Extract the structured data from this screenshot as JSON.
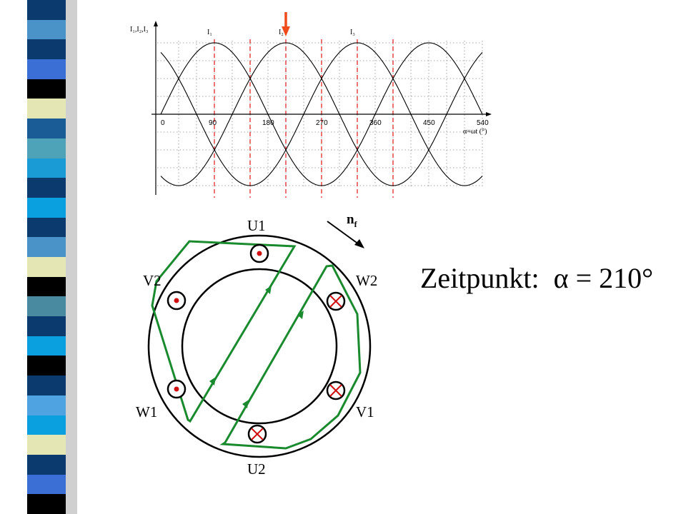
{
  "waveform": {
    "y_axis_label": "I₁,I₂,I₃",
    "x_axis_label": "α=ωt (°)",
    "tick_labels": [
      "0",
      "90",
      "180",
      "270",
      "360",
      "450",
      "540"
    ],
    "tick_values": [
      0,
      90,
      180,
      270,
      360,
      450,
      540
    ],
    "peak_labels": [
      "I₁",
      "I₂",
      "I₃"
    ],
    "x_range": [
      0,
      540
    ],
    "phase_shift_deg": 120,
    "marker_angles_deg": [
      90,
      150,
      210,
      270,
      330,
      390
    ],
    "current_angle_deg": 210,
    "colors": {
      "curves": "#000000",
      "markers": "#e0181a",
      "arrow": "#f04b1a",
      "grid": "#8a8a8a"
    }
  },
  "motor": {
    "terminal_labels": {
      "u1": "U1",
      "u2": "U2",
      "v1": "V1",
      "v2": "V2",
      "w1": "W1",
      "w2": "W2"
    },
    "rotation_label_base": "n",
    "rotation_label_sub": "f",
    "colors": {
      "winding": "#1a8a2e",
      "dot": "#d01010",
      "cross": "#d01010",
      "stator": "#000000"
    }
  },
  "caption": {
    "prefix": "Zeitpunkt:",
    "symbol": "α",
    "rest": "= 210°"
  },
  "decor": {
    "stripe_colors": [
      "#0a3a6e",
      "#4a93c8",
      "#0a3a6e",
      "#3b6fd6",
      "#000000",
      "#e4e6b4",
      "#1a5c95",
      "#4ea3b8",
      "#1a9bd6",
      "#0a3a6e",
      "#0aa0e0",
      "#0a3a6e",
      "#4a93c8",
      "#e4e6b4",
      "#000000",
      "#4a8aa0",
      "#0a3a6e",
      "#0aa0e0",
      "#000000",
      "#0a3a6e",
      "#4ea3e0",
      "#0aa0e0",
      "#e4e6b4",
      "#0a3a6e",
      "#3b6fd6",
      "#000000"
    ]
  }
}
